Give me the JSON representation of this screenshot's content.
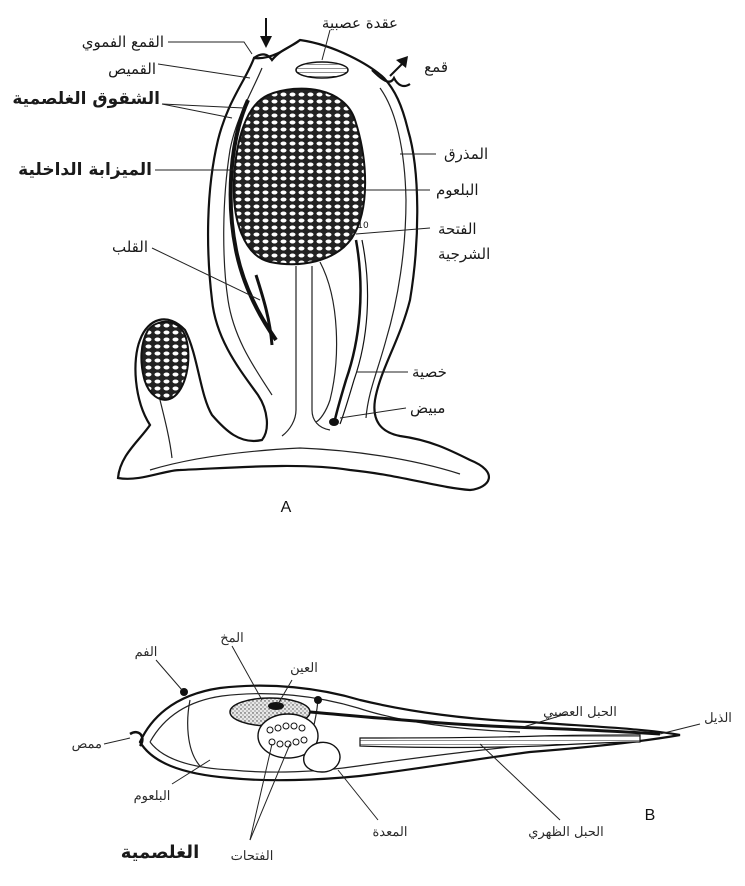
{
  "panel_a": {
    "letter": "A",
    "labels": {
      "oral_siphon": "القمع الفموي",
      "nerve_ganglion": "عقدة عصبية",
      "atrial_siphon": "قمع",
      "tunic": "القميص",
      "gill_slits": "الشقوق الغلصمية",
      "atrium": "المذرق",
      "endostyle": "الميزابة الداخلية",
      "pharynx": "البلعوم",
      "anal_opening_line1": "الفتحة",
      "anal_opening_line2": "الشرجية",
      "heart": "القلب",
      "testis": "خصية",
      "ovary": "مبيض",
      "mark_number": "10"
    }
  },
  "panel_b": {
    "letter": "B",
    "labels": {
      "brain": "المخ",
      "eye": "العين",
      "mouth": "الفم",
      "sucker": "ممص",
      "nerve_cord": "الحبل العصبي",
      "tail": "الذيل",
      "pharynx": "البلعوم",
      "stomach": "المعدة",
      "notochord": "الحبل الظهري",
      "gill_openings_part1": "الفتحات",
      "gill_openings_part2": "الغلصمية"
    }
  }
}
